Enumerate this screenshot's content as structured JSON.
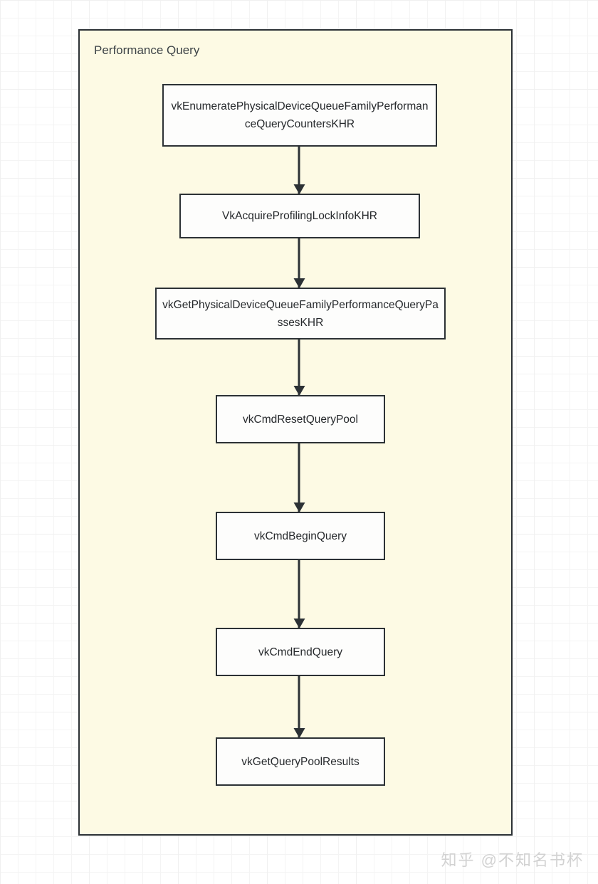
{
  "canvas": {
    "background": "#ffffff",
    "grid_color": "#f0f0f0"
  },
  "diagram": {
    "type": "flowchart",
    "direction": "top-to-bottom",
    "cluster": {
      "title": "Performance Query",
      "fill": "#fdfae4",
      "stroke": "#2c3135"
    },
    "node_fill": "#fdfdfc",
    "node_stroke": "#2c3135",
    "edge_color": "#2c3135",
    "nodes": [
      {
        "id": "n0",
        "label": "vkEnumeratePhysicalDeviceQueueFamilyPerformanceQueryCountersKHR"
      },
      {
        "id": "n1",
        "label": "VkAcquireProfilingLockInfoKHR"
      },
      {
        "id": "n2",
        "label": "vkGetPhysicalDeviceQueueFamilyPerformanceQueryPassesKHR"
      },
      {
        "id": "n3",
        "label": "vkCmdResetQueryPool"
      },
      {
        "id": "n4",
        "label": "vkCmdBeginQuery"
      },
      {
        "id": "n5",
        "label": "vkCmdEndQuery"
      },
      {
        "id": "n6",
        "label": "vkGetQueryPoolResults"
      }
    ],
    "edges": [
      {
        "from": "n0",
        "to": "n1",
        "arrow": "arrow-down-icon"
      },
      {
        "from": "n1",
        "to": "n2",
        "arrow": "arrow-down-icon"
      },
      {
        "from": "n2",
        "to": "n3",
        "arrow": "arrow-down-icon"
      },
      {
        "from": "n3",
        "to": "n4",
        "arrow": "arrow-down-icon"
      },
      {
        "from": "n4",
        "to": "n5",
        "arrow": "arrow-down-icon"
      },
      {
        "from": "n5",
        "to": "n6",
        "arrow": "arrow-down-icon"
      }
    ]
  },
  "watermark": {
    "text": "知乎 @不知名书杯",
    "color": "#d2d2d2"
  }
}
